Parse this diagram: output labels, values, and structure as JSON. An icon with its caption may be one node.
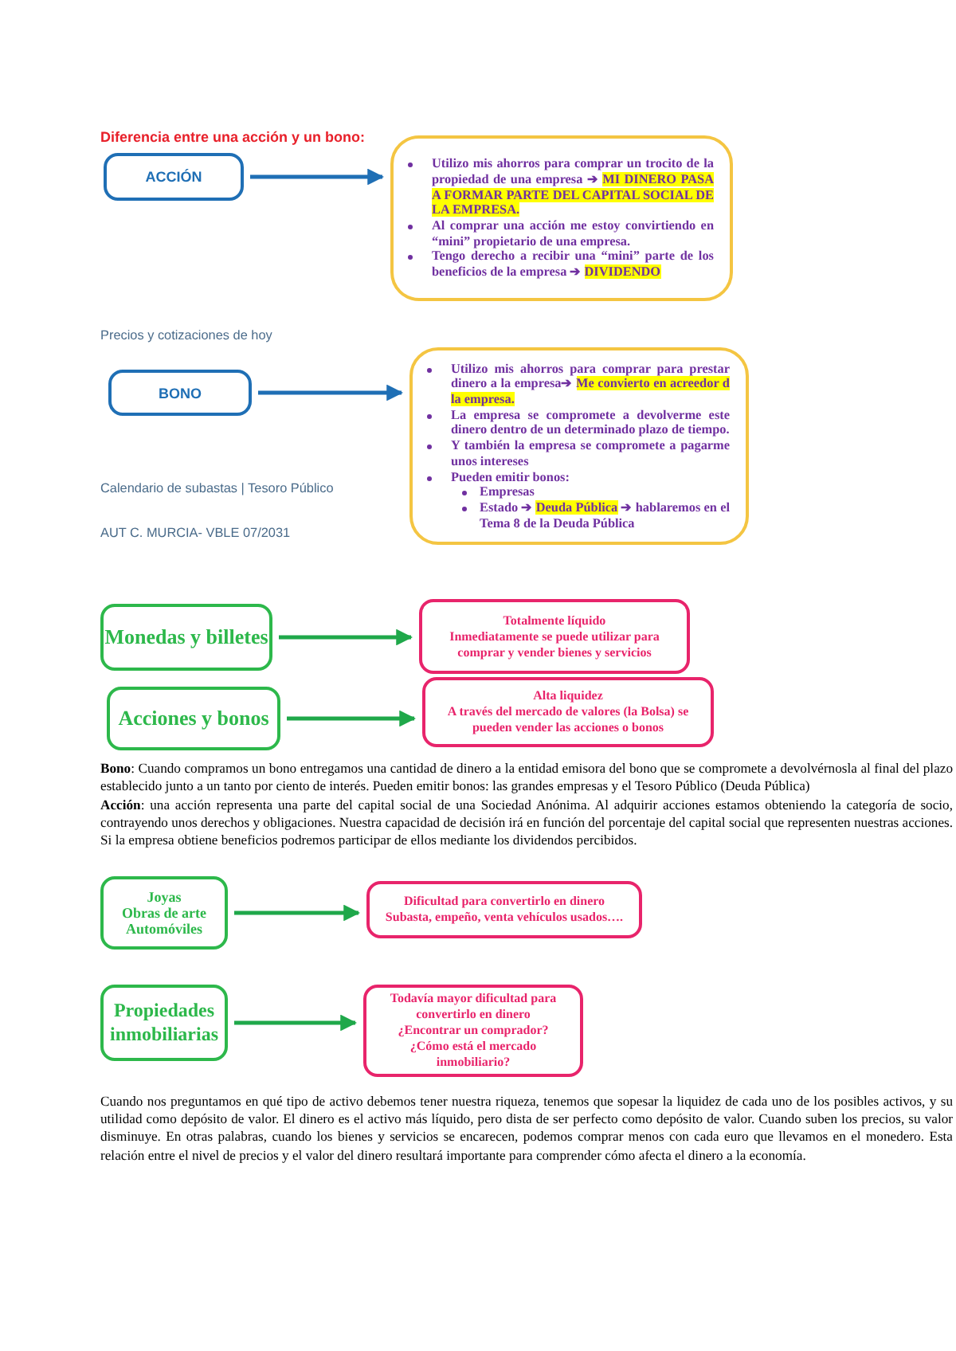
{
  "diagram": {
    "title": "Diferencia entre una acción y un bono:",
    "nodes": [
      {
        "text": [
          "ACCIÓN"
        ]
      },
      {
        "text": [
          "Utilizo mis ahorros para comprar un trocito de la propiedad de una empresa ➔ **MI DINERO PASA A FORMAR PARTE DEL CAPITAL SOCIAL DE LA EMPRESA.**",
          "Al comprar una acción me estoy convirtiendo en “mini” propietario de una empresa.",
          "Tengo derecho a recibir una “mini” parte de los beneficios de la empresa ➔ **DIVIDENDO**"
        ]
      },
      {
        "text": [
          "BONO"
        ]
      },
      {
        "text": [
          "Utilizo mis ahorros para comprar para prestar dinero a la empresa➔ **Me convierto en acreedor d la empresa.**",
          "La empresa se compromete a devolverme este dinero dentro de un determinado plazo de tiempo.",
          "Y también la empresa se compromete a pagarme unos intereses",
          "Pueden emitir bonos:",
          "Empresas",
          "Estado ➔ **Deuda Pública** ➔ hablaremos en el Tema 8 de la Deuda Pública"
        ]
      },
      {
        "text": [
          "Monedas y billetes"
        ]
      },
      {
        "text": [
          "Totalmente líquido",
          "Inmediatamente se puede utilizar para comprar y vender bienes y servicios"
        ]
      },
      {
        "text": [
          "Acciones y bonos"
        ]
      },
      {
        "text": [
          "Alta liquidez",
          "A través del mercado de valores (la Bolsa) se pueden vender las acciones o bonos"
        ]
      },
      {
        "text": [
          "Joyas",
          "Obras de arte",
          "Automóviles"
        ]
      },
      {
        "text": [
          "Dificultad para convertirlo en dinero",
          "Subasta, empeño, venta vehículos usados…."
        ]
      },
      {
        "text": [
          "Propiedades inmobiliarias"
        ]
      },
      {
        "text": [
          "Todavía mayor dificultad para convertirlo en dinero",
          "¿Encontrar un comprador?",
          "¿Cómo está el mercado inmobiliario?"
        ]
      }
    ],
    "edges": [
      {
        "from": 0,
        "to": 1,
        "arrow": "to",
        "color": "#1f6fb5"
      },
      {
        "from": 2,
        "to": 3,
        "arrow": "to",
        "color": "#1f6fb5"
      },
      {
        "from": 4,
        "to": 5,
        "arrow": "to"
      },
      {
        "from": 6,
        "to": 7,
        "arrow": "to"
      },
      {
        "from": 8,
        "to": 9,
        "arrow": "to"
      },
      {
        "from": 10,
        "to": 11,
        "arrow": "to"
      }
    ],
    "labels": [
      "Precios y cotizaciones de hoy",
      "Calendario de subastas | Tesoro Público",
      "AUT C. MURCIA- VBLE 07/2031",
      "**Bono**: Cuando compramos un bono entregamos una cantidad de dinero a la entidad emisora del bono que se compromete a devolvérnosla al final del plazo establecido junto a un tanto por ciento de interés. Pueden emitir bonos: las grandes empresas y el Tesoro Público (Deuda Pública)",
      "**Acción**: una acción representa una parte del capital social de una Sociedad Anónima. Al adquirir acciones estamos obteniendo la categoría de socio, contrayendo unos derechos y obligaciones. Nuestra capacidad de decisión irá en función del porcentaje del capital social que representen nuestras acciones. Si la empresa obtiene beneficios podremos participar de ellos mediante los dividendos percibidos.",
      "Cuando nos preguntamos en qué tipo de activo debemos tener nuestra riqueza, tenemos que sopesar la liquidez de cada uno de los posibles activos, y su utilidad como depósito de valor. El dinero es el activo más líquido, pero dista de ser perfecto como depósito de valor. Cuando suben los precios, su valor disminuye. En otras palabras, cuando los bienes y servicios se encarecen, podemos comprar menos con cada euro que llevamos en el monedero. Esta relación entre el nivel de precios y el valor del dinero resultará importante para comprender cómo afecta el dinero a la economía."
    ]
  }
}
